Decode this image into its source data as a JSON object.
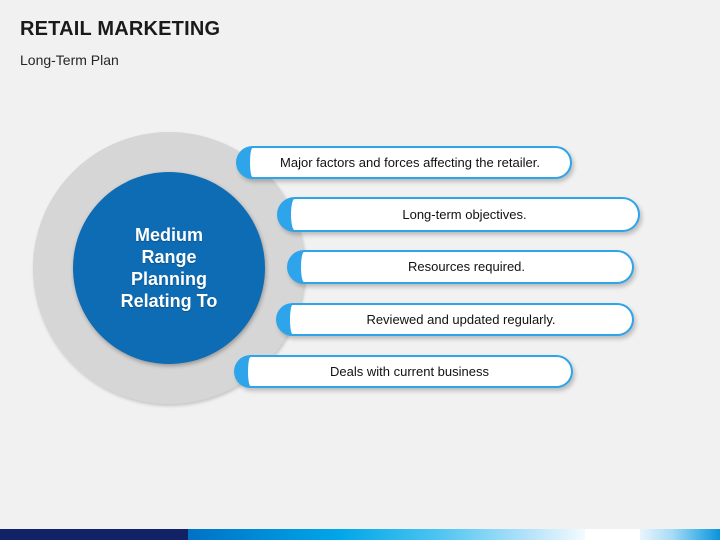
{
  "header": {
    "title": "RETAIL MARKETING",
    "subtitle": "Long-Term Plan"
  },
  "diagram": {
    "center": {
      "label": "Medium\nRange\nPlanning\nRelating To",
      "ring_color": "#d6d6d6",
      "circle_color": "#0e6cb4",
      "text_color": "#ffffff"
    },
    "pills": [
      {
        "label": "Major factors and forces affecting the retailer."
      },
      {
        "label": "Long-term objectives."
      },
      {
        "label": "Resources required."
      },
      {
        "label": "Reviewed and updated regularly."
      },
      {
        "label": "Deals with current business"
      }
    ],
    "pill_border_color": "#2ea4ea",
    "pill_fill_color": "#ffffff"
  },
  "footer": {
    "bar_colors": {
      "navy": "#112266",
      "blue": "#0072c6",
      "cyan": "#00a6e8",
      "light": "#bfe6fa",
      "white": "#ffffff"
    }
  },
  "canvas": {
    "background": "#f1f1f1"
  }
}
